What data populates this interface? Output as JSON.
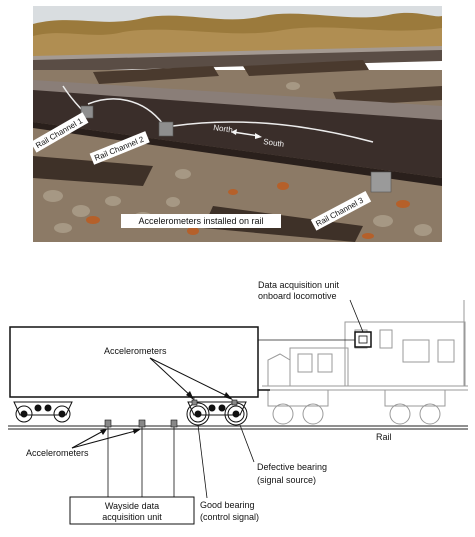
{
  "photo": {
    "labels": {
      "rail_channel_1": "Rail Channel 1",
      "rail_channel_2": "Rail Channel 2",
      "rail_channel_3": "Rail Channel 3",
      "north": "North",
      "south": "South",
      "caption": "Accelerometers installed on rail"
    },
    "colors": {
      "sky": "#d9dde0",
      "foliage": "#9b7a3c",
      "rail_steel": "#3a2e2a",
      "rail_top": "#8a7e78",
      "ballast": "#8c7a66",
      "tie": "#4a3a2e",
      "leaves": "#b5602a",
      "sensor": "#8e8e8e"
    }
  },
  "diagram": {
    "labels": {
      "daq_onboard_line1": "Data acquisition unit",
      "daq_onboard_line2": "onboard locomotive",
      "accelerometers_top": "Accelerometers",
      "accelerometers_left": "Accelerometers",
      "rail": "Rail",
      "defective_line1": "Defective bearing",
      "defective_line2": "(signal source)",
      "good_line1": "Good bearing",
      "good_line2": "(control signal)",
      "wayside_line1": "Wayside data",
      "wayside_line2": "acquisition unit"
    }
  }
}
